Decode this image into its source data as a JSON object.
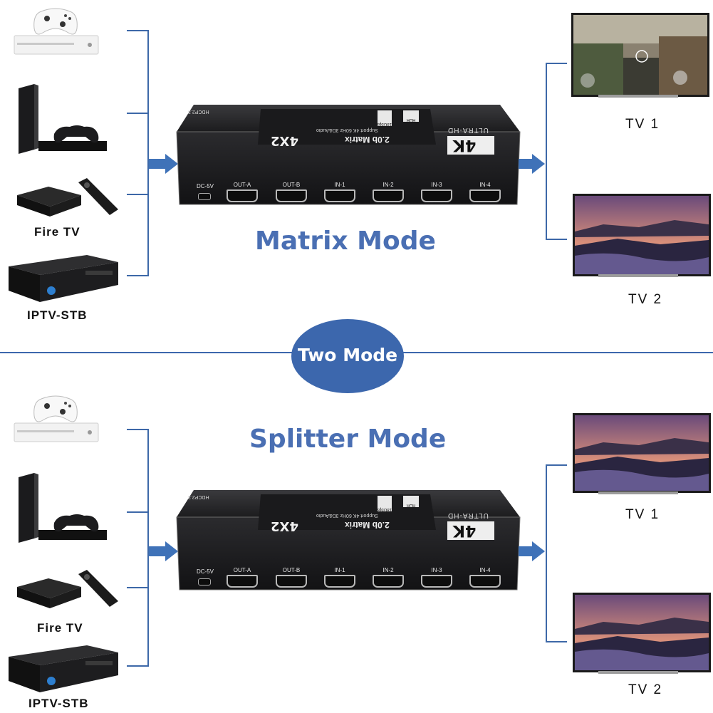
{
  "separator": {
    "label": "Two Mode"
  },
  "sections": {
    "matrix": {
      "title": "Matrix Mode",
      "sources": [
        {
          "icon": "xbox-console-icon",
          "label": ""
        },
        {
          "icon": "playstation-console-icon",
          "label": ""
        },
        {
          "icon": "fire-tv-icon",
          "label": "Fire TV"
        },
        {
          "icon": "iptv-stb-icon",
          "label": "IPTV-STB"
        }
      ],
      "outputs": [
        {
          "icon": "tv-game-screen-icon",
          "label": "TV 1"
        },
        {
          "icon": "tv-landscape-screen-icon",
          "label": "TV 2"
        }
      ]
    },
    "splitter": {
      "title": "Splitter Mode",
      "sources": [
        {
          "icon": "xbox-console-icon",
          "label": ""
        },
        {
          "icon": "playstation-console-icon",
          "label": ""
        },
        {
          "icon": "fire-tv-icon",
          "label": "Fire TV"
        },
        {
          "icon": "iptv-stb-icon",
          "label": "IPTV-STB"
        }
      ],
      "outputs": [
        {
          "icon": "tv-landscape-screen-icon",
          "label": "TV 1"
        },
        {
          "icon": "tv-landscape-screen-icon",
          "label": "TV 2"
        }
      ]
    }
  },
  "device": {
    "brand_line": "ULTRA-HD",
    "badge": "4K",
    "model": "4X2",
    "spec": "2.0b Matrix",
    "spec_sub": "Support 4K 60Hz 3D&Audio",
    "hdcp": "HDCP2.3",
    "badge_hdr": "HDR",
    "badge_speed": "18Gbps",
    "power": "DC-5V",
    "ports": [
      "OUT-A",
      "OUT-B",
      "IN-1",
      "IN-2",
      "IN-3",
      "IN-4"
    ]
  },
  "colors": {
    "accent": "#3f72b8",
    "title": "#4a6fb3",
    "separator_bubble": "#3c67ad",
    "device_body": "#232325"
  }
}
